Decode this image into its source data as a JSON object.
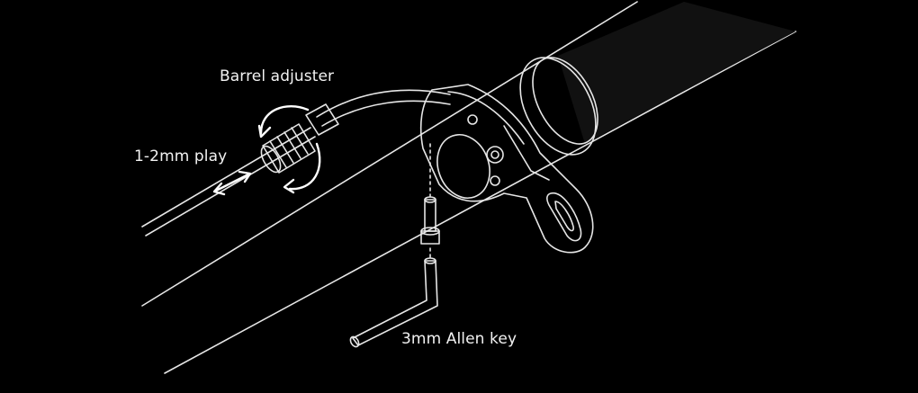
{
  "labels": {
    "barrel_adjuster": "Barrel adjuster",
    "play": "1-2mm play",
    "allen_key": "3mm Allen key"
  },
  "colors": {
    "background": "#000000",
    "line": "#e6e6e6",
    "text": "#f2f2f2"
  },
  "icons": [
    "rotate-arrows-icon",
    "double-arrow-icon"
  ]
}
